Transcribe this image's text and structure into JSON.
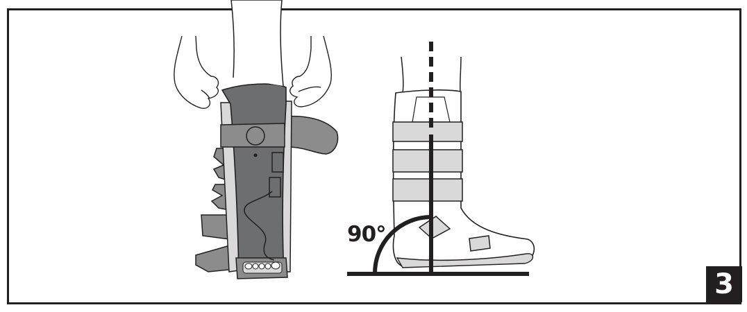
{
  "step_number": "3",
  "angle_label": "90°",
  "colors": {
    "ink": "#231f20",
    "brace_dark": "#6d6e70",
    "brace_mid": "#8c8c8c",
    "brace_light": "#d9d9d9",
    "background": "#ffffff"
  },
  "icons": {
    "push_down": "down-arrow-icon",
    "vertical_axis": "dashed-vertical-line",
    "right_angle": "quarter-circle-arc"
  }
}
